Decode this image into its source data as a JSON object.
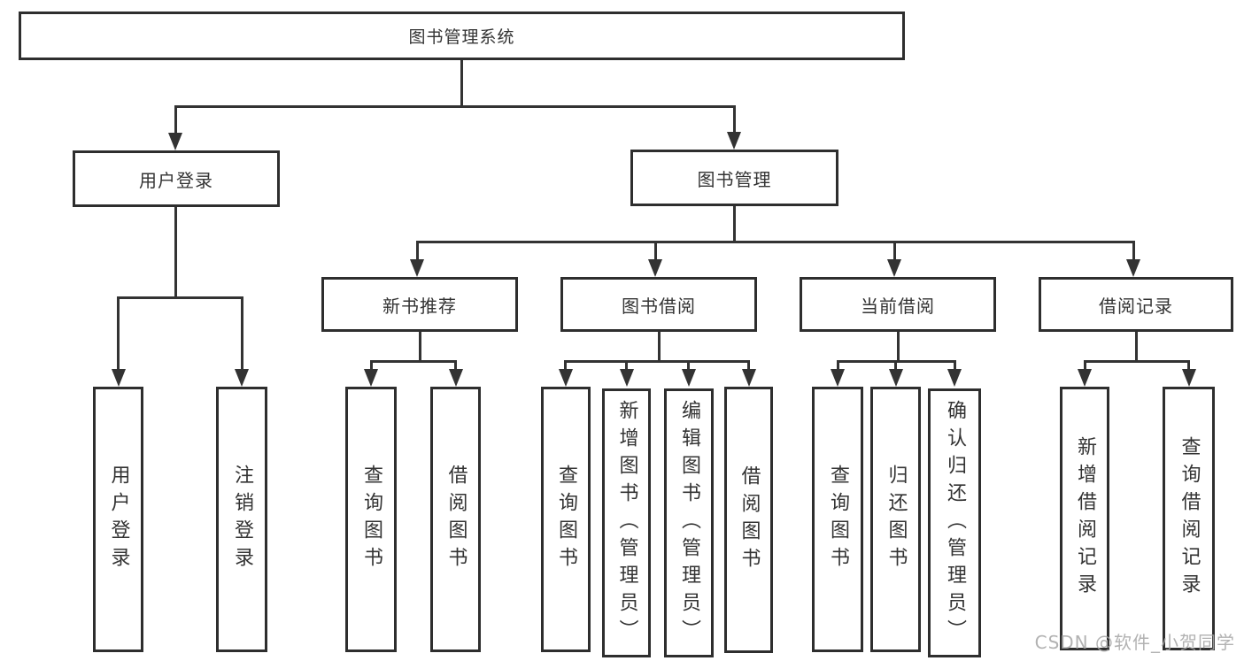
{
  "tree": {
    "root": {
      "label": "图书管理系统"
    },
    "branches": [
      {
        "label": "用户登录",
        "children": [
          {
            "label": "用户登录"
          },
          {
            "label": "注销登录"
          }
        ]
      },
      {
        "label": "图书管理",
        "children": [
          {
            "label": "新书推荐",
            "children": [
              {
                "label": "查询图书"
              },
              {
                "label": "借阅图书"
              }
            ]
          },
          {
            "label": "图书借阅",
            "children": [
              {
                "label": "查询图书"
              },
              {
                "label": "新增图书（管理员）"
              },
              {
                "label": "编辑图书（管理员）"
              },
              {
                "label": "借阅图书"
              }
            ]
          },
          {
            "label": "当前借阅",
            "children": [
              {
                "label": "查询图书"
              },
              {
                "label": "归还图书"
              },
              {
                "label": "确认归还（管理员）"
              }
            ]
          },
          {
            "label": "借阅记录",
            "children": [
              {
                "label": "新增借阅记录"
              },
              {
                "label": "查询借阅记录"
              }
            ]
          }
        ]
      }
    ]
  },
  "watermark": "CSDN @软件_小贺同学",
  "colors": {
    "line": "#333333",
    "border": "#2e2e2e",
    "background": "#ffffff",
    "watermark": "#a5a5a5"
  }
}
